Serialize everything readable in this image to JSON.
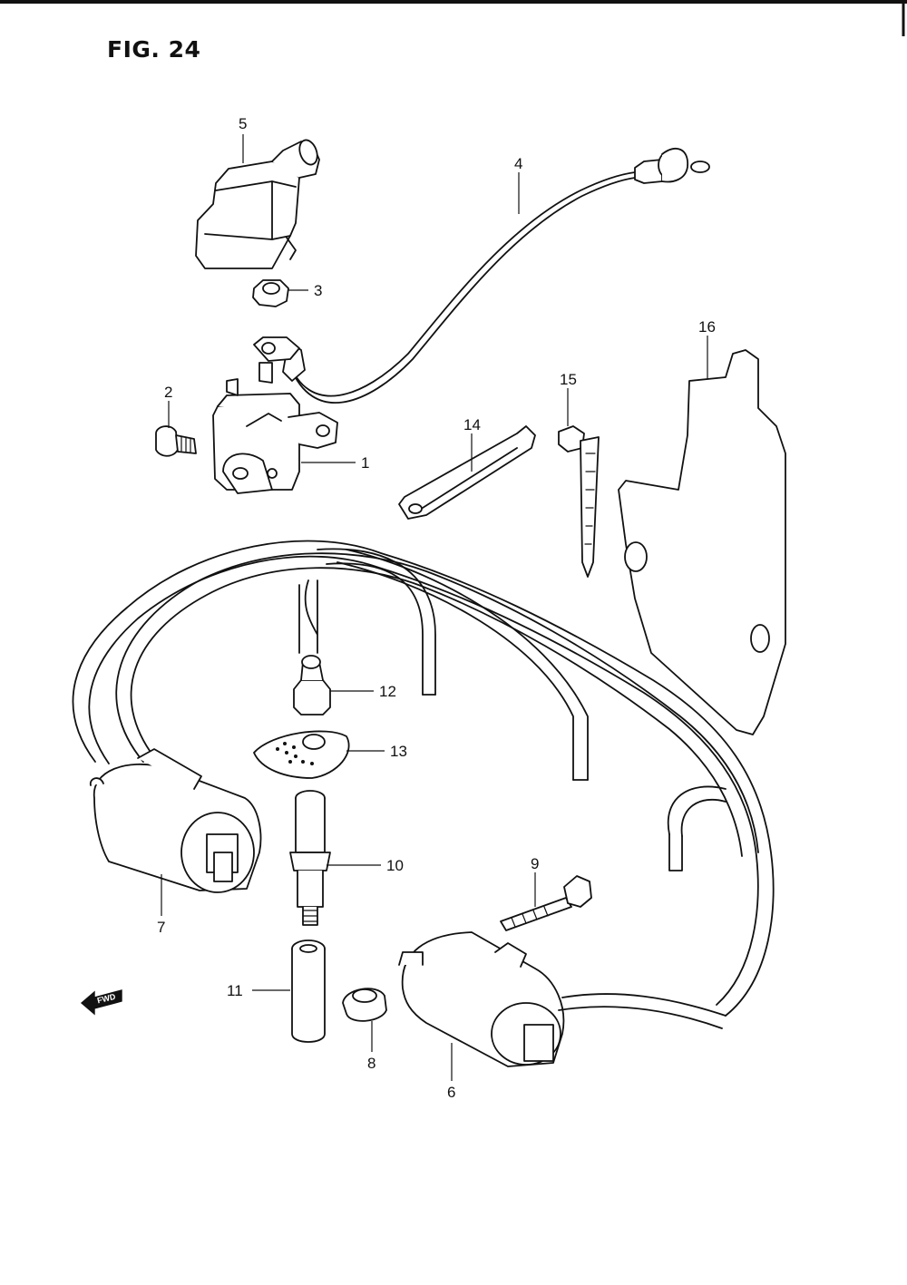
{
  "figure": {
    "title": "FIG. 24",
    "direction_arrow": "FWD"
  },
  "callouts": [
    {
      "id": "1",
      "label": "1"
    },
    {
      "id": "2",
      "label": "2"
    },
    {
      "id": "3",
      "label": "3"
    },
    {
      "id": "4",
      "label": "4"
    },
    {
      "id": "5",
      "label": "5"
    },
    {
      "id": "6",
      "label": "6"
    },
    {
      "id": "7",
      "label": "7"
    },
    {
      "id": "8",
      "label": "8"
    },
    {
      "id": "9",
      "label": "9"
    },
    {
      "id": "10",
      "label": "10"
    },
    {
      "id": "11",
      "label": "11"
    },
    {
      "id": "12",
      "label": "12"
    },
    {
      "id": "13",
      "label": "13"
    },
    {
      "id": "14",
      "label": "14"
    },
    {
      "id": "15",
      "label": "15"
    },
    {
      "id": "16",
      "label": "16"
    }
  ]
}
